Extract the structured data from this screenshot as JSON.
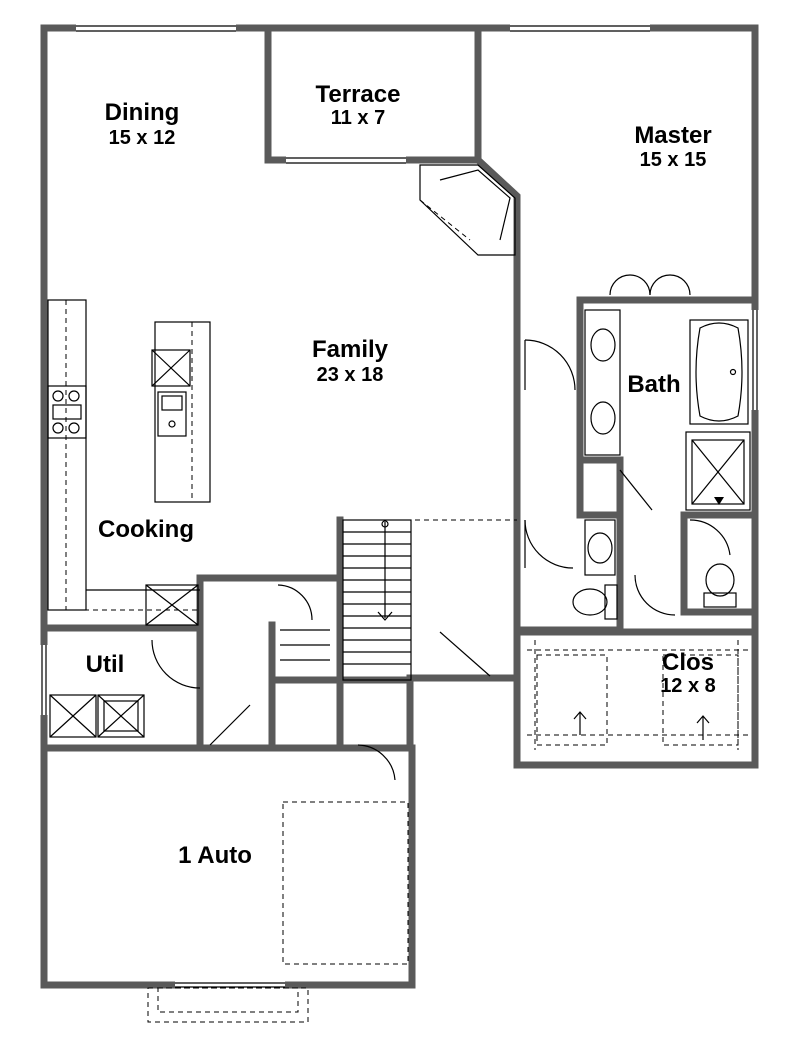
{
  "rooms": {
    "dining": {
      "name": "Dining",
      "dims": "15 x 12"
    },
    "terrace": {
      "name": "Terrace",
      "dims": "11 x 7"
    },
    "master": {
      "name": "Master",
      "dims": "15 x 15"
    },
    "family": {
      "name": "Family",
      "dims": "23 x 18"
    },
    "bath": {
      "name": "Bath"
    },
    "cooking": {
      "name": "Cooking"
    },
    "util": {
      "name": "Util"
    },
    "closet": {
      "name": "Clos",
      "dims": "12 x 8"
    },
    "garage": {
      "name": "1 Auto"
    }
  },
  "colors": {
    "wall": "#5a5a5a",
    "line": "#000000",
    "background": "#ffffff"
  }
}
